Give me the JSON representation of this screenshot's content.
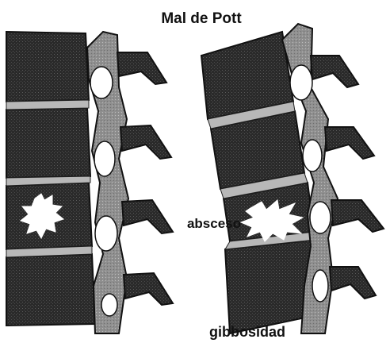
{
  "title": "Mal de Pott",
  "labels": {
    "abscess": "absceso",
    "gibbus": "gibbosidad"
  },
  "colors": {
    "vertebral_body": "#2b2b2b",
    "disc": "#b5b5b5",
    "posterior_element": "#8e8e8e",
    "lesion": "#ffffff",
    "outline": "#111111"
  },
  "panels": [
    {
      "name": "normal-spine",
      "segments": 4,
      "lesion": "small-abscess"
    },
    {
      "name": "pott-spine",
      "segments": 4,
      "lesion": "collapsed-vertebra-abscess"
    }
  ]
}
